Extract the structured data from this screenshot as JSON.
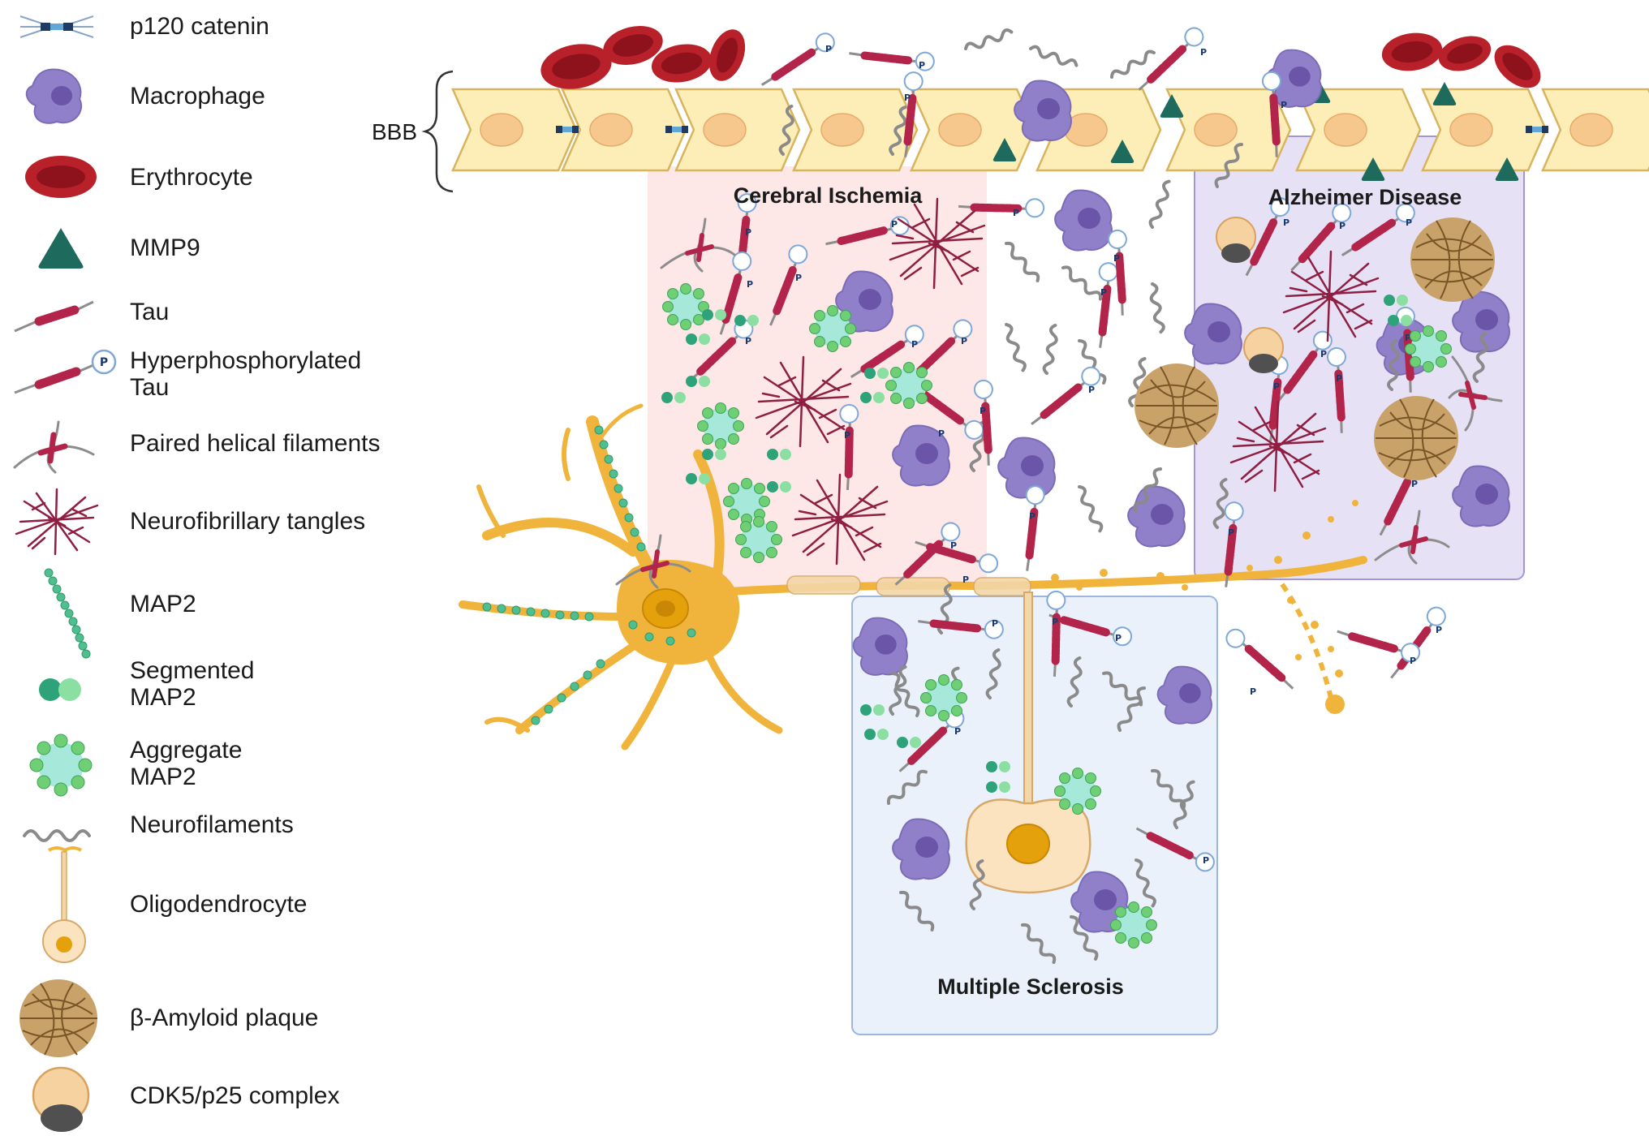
{
  "bbb_label": "BBB",
  "regions": {
    "ischemia": "Cerebral Ischemia",
    "alzheimer": "Alzheimer Disease",
    "ms": "Multiple Sclerosis"
  },
  "phospho_symbol": "P",
  "legend": [
    {
      "id": "p120",
      "icon": "p120-catenin-icon",
      "label": "p120 catenin"
    },
    {
      "id": "macrophage",
      "icon": "macrophage-icon",
      "label": "Macrophage"
    },
    {
      "id": "erythrocyte",
      "icon": "erythrocyte-icon",
      "label": "Erythrocyte"
    },
    {
      "id": "mmp9",
      "icon": "mmp9-icon",
      "label": "MMP9"
    },
    {
      "id": "tau",
      "icon": "tau-icon",
      "label": "Tau"
    },
    {
      "id": "hptau",
      "icon": "hyperphosphorylated-tau-icon",
      "label": "Hyperphosphorylated Tau"
    },
    {
      "id": "phf",
      "icon": "paired-helical-filaments-icon",
      "label": "Paired helical filaments"
    },
    {
      "id": "nft",
      "icon": "neurofibrillary-tangles-icon",
      "label": "Neurofibrillary tangles"
    },
    {
      "id": "map2",
      "icon": "map2-icon",
      "label": "MAP2"
    },
    {
      "id": "segmap2",
      "icon": "segmented-map2-icon",
      "label": "Segmented MAP2"
    },
    {
      "id": "aggmap2",
      "icon": "aggregate-map2-icon",
      "label": "Aggregate MAP2"
    },
    {
      "id": "nf",
      "icon": "neurofilaments-icon",
      "label": "Neurofilaments"
    },
    {
      "id": "oligo",
      "icon": "oligodendrocyte-icon",
      "label": "Oligodendrocyte"
    },
    {
      "id": "abeta",
      "icon": "beta-amyloid-plaque-icon",
      "label": "β-Amyloid plaque"
    },
    {
      "id": "cdk5",
      "icon": "cdk5-p25-complex-icon",
      "label": "CDK5/p25 complex"
    }
  ],
  "colors": {
    "endothelial": "#fdeeb8",
    "endothelial_border": "#d9b45e",
    "nucleus_endo": "#f7c88e",
    "erythrocyte": "#b8202a",
    "macrophage": "#8f80c9",
    "macrophage_nucleus": "#6a55a8",
    "mmp9": "#1e6b5e",
    "tau": "#b3244a",
    "tangle": "#8e1f42",
    "map2": "#4fbf8f",
    "map2_aggregate_core": "#a6e8d9",
    "neurofilament": "#8a8a8a",
    "neuron": "#f0b43c",
    "plaque": "#a47b3f",
    "ischemia_bg": "#fde3e3",
    "alzheimer_bg": "#e6e1f4",
    "ms_bg": "#eaf1fb"
  }
}
